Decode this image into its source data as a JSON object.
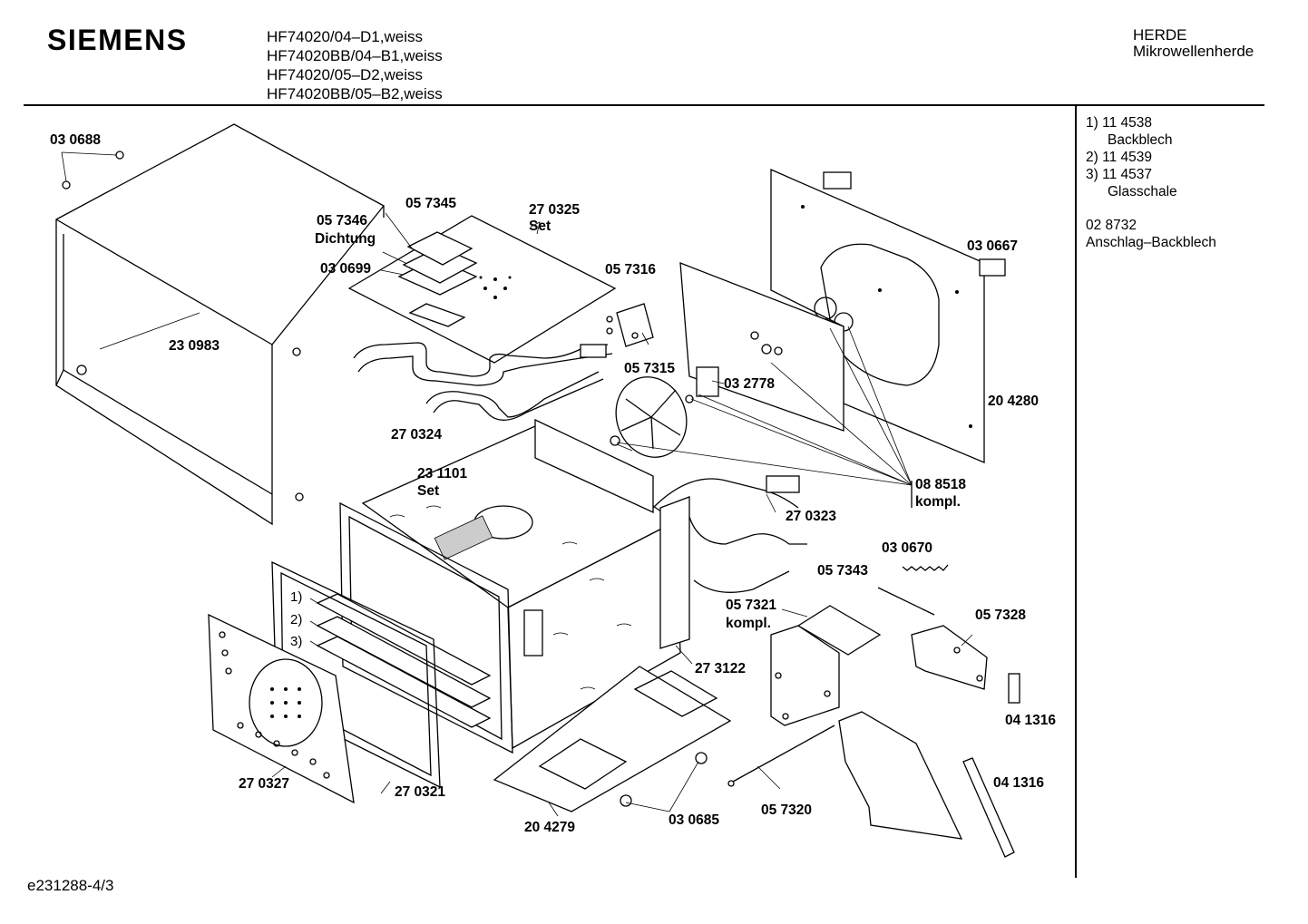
{
  "header": {
    "brand": "SIEMENS",
    "models": [
      "HF74020/04–D1,weiss",
      "HF74020BB/04–B1,weiss",
      "HF74020/05–D2,weiss",
      "HF74020BB/05–B2,weiss"
    ],
    "category_line1": "HERDE",
    "category_line2": "Mikrowellenherde"
  },
  "legend": {
    "items": [
      {
        "num": "1)",
        "code": "11 4538",
        "desc": "Backblech"
      },
      {
        "num": "2)",
        "code": "11 4539",
        "desc": ""
      },
      {
        "num": "3)",
        "code": "11 4537",
        "desc": "Glasschale"
      }
    ],
    "extra_code": "02 8732",
    "extra_desc": "Anschlag–Backblech"
  },
  "parts": {
    "p030688": "03 0688",
    "p057345": "05 7345",
    "p057346": "05 7346",
    "dichtung": "Dichtung",
    "p270325": "27 0325",
    "set1": "Set",
    "p030699": "03 0699",
    "p057316": "05 7316",
    "p030667": "03 0667",
    "p230983": "23 0983",
    "p057315": "05 7315",
    "p032778": "03 2778",
    "p204280": "20 4280",
    "p270324": "27 0324",
    "p231101": "23 1101",
    "set2": "Set",
    "p088518": "08 8518",
    "kompl1": "kompl.",
    "p270323": "27 0323",
    "p030670": "03 0670",
    "p057343": "05 7343",
    "p057321": "05 7321",
    "kompl2": "kompl.",
    "p057328": "05 7328",
    "c1": "1)",
    "c2": "2)",
    "c3": "3)",
    "p273122": "27 3122",
    "p041316a": "04 1316",
    "p041316b": "04 1316",
    "p270327": "27 0327",
    "p270321": "27 0321",
    "p030685": "03 0685",
    "p057320": "05 7320",
    "p204279": "20 4279"
  },
  "footer": {
    "code": "e231288-4/3"
  }
}
